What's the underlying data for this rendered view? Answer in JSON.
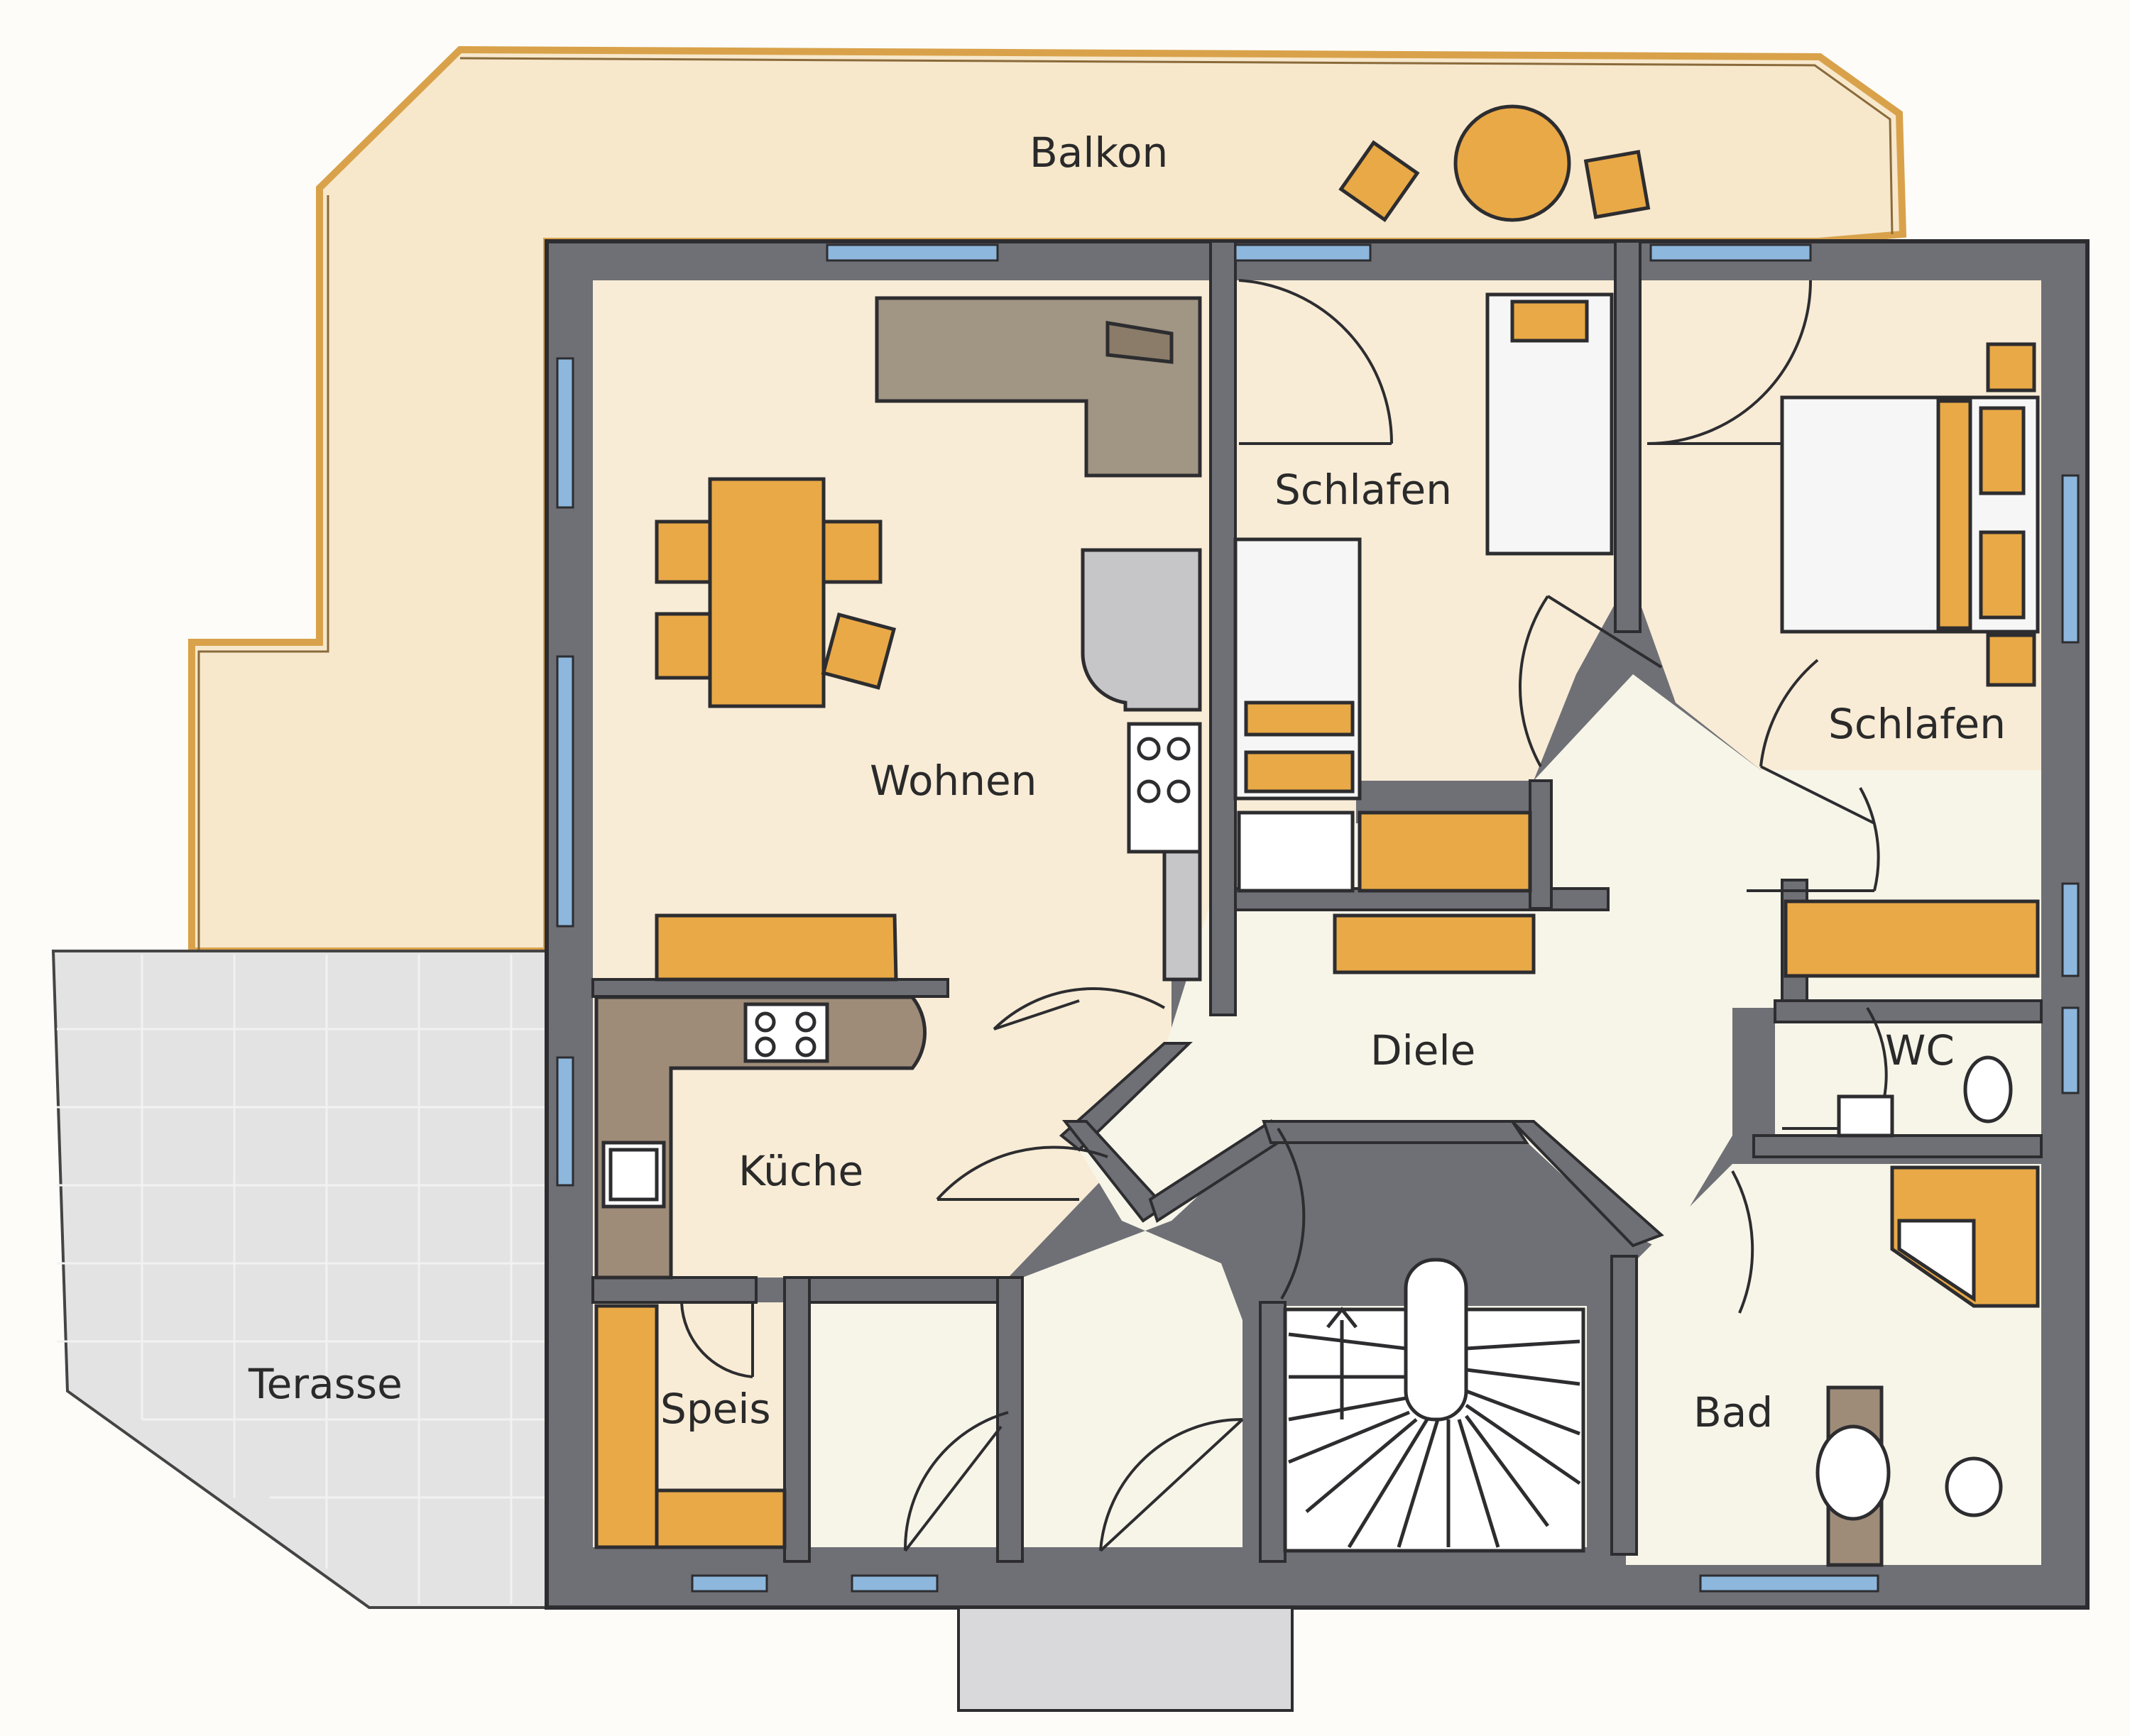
{
  "rooms": {
    "balkon": "Balkon",
    "wohnen": "Wohnen",
    "schlafen_1": "Schlafen",
    "schlafen_2": "Schlafen",
    "kueche": "Küche",
    "diele": "Diele",
    "wc": "WC",
    "terasse": "Terasse",
    "speis": "Speis",
    "bad": "Bad"
  },
  "colors": {
    "wall": "#6f7076",
    "wall_outline": "#2d2d30",
    "balcony_floor": "#f7e8cc",
    "balcony_rail": "#d9a24a",
    "room_floor": "#f8ecd6",
    "hall_floor": "#f7f5e8",
    "terrace_floor": "#e3e3e4",
    "wood": "#e9a946",
    "sofa": "#a19583",
    "bed_linen": "#f6f6f6",
    "window_glass": "#8db7dd"
  }
}
